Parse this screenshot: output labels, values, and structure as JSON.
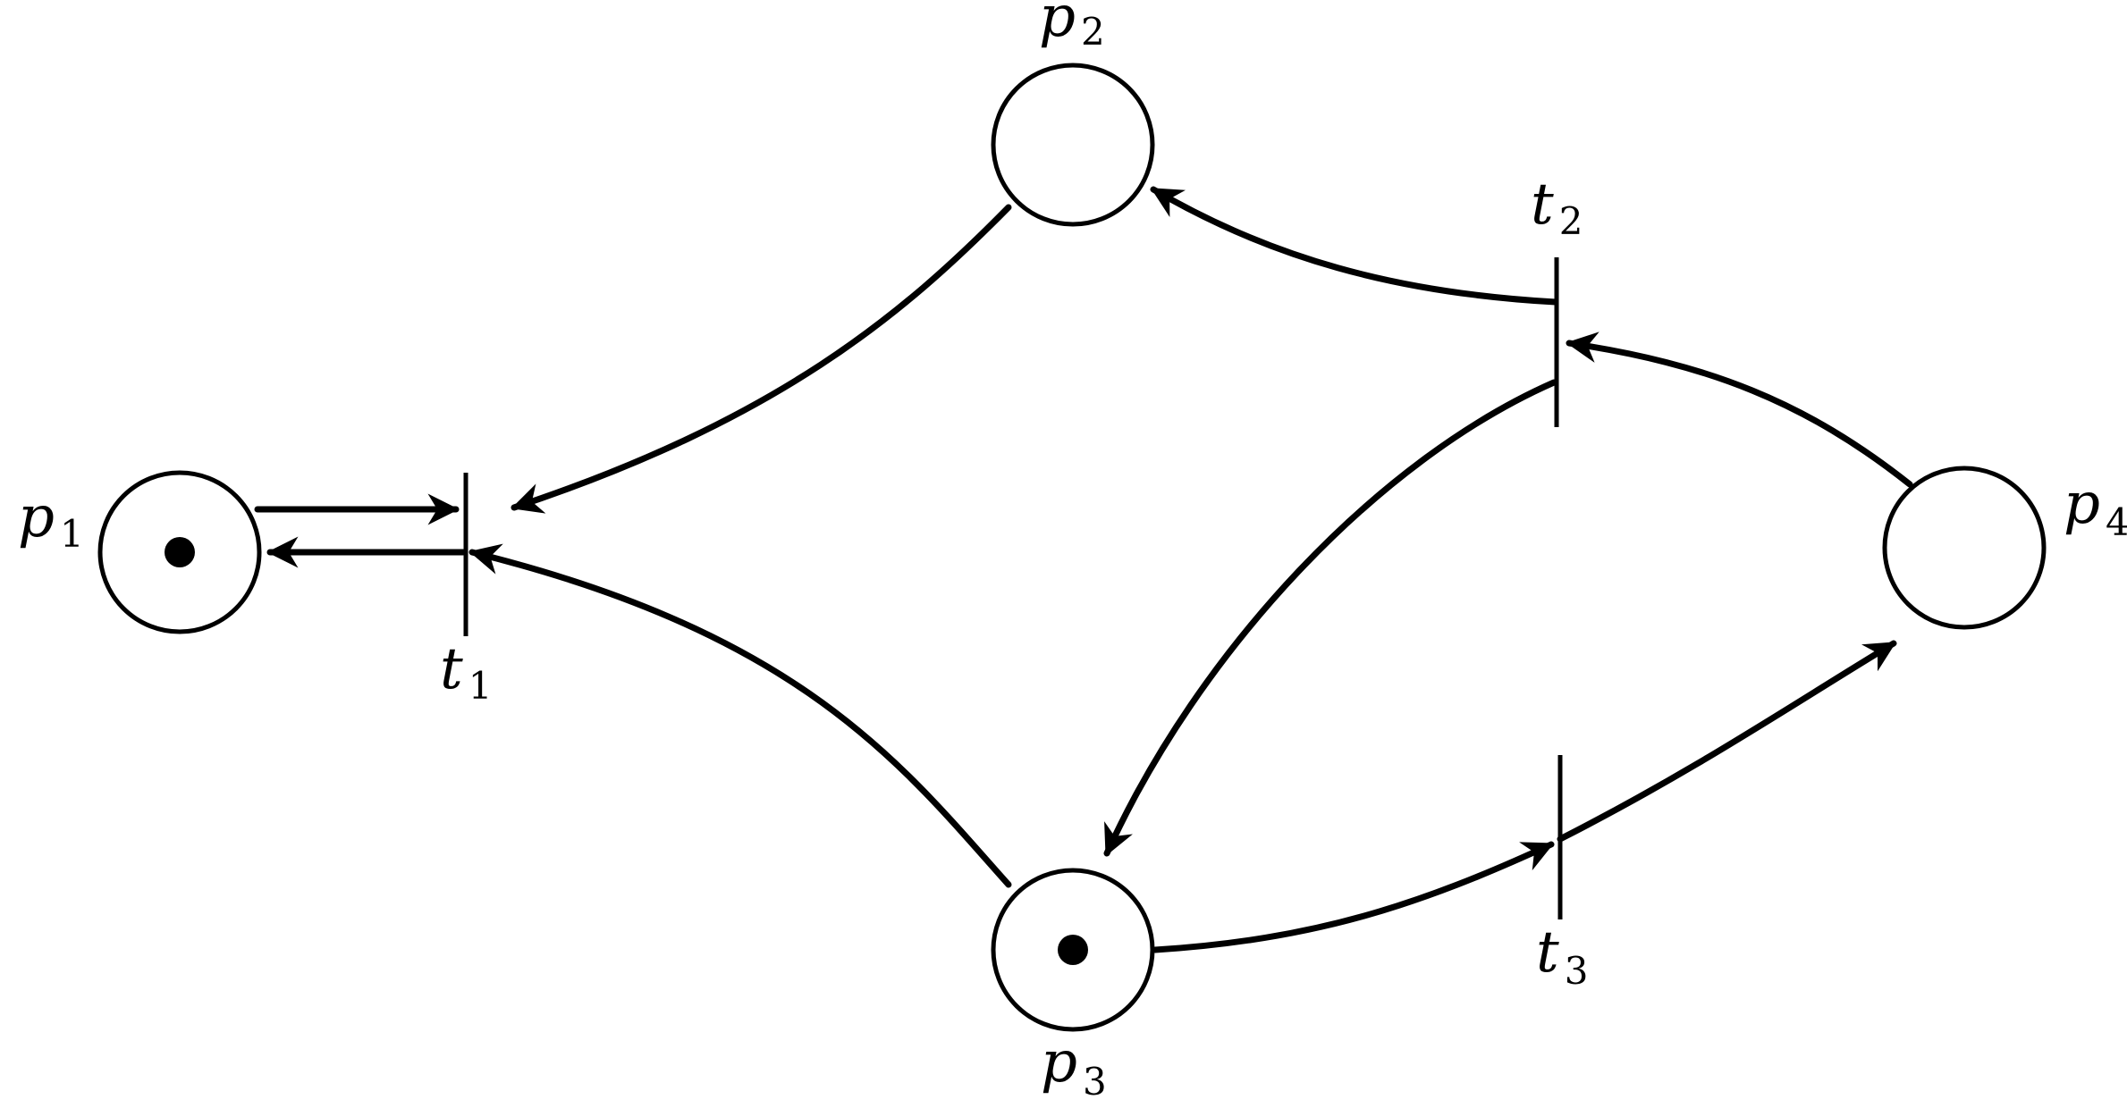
{
  "places": [
    {
      "id": "p1",
      "letter": "p",
      "index": "1",
      "tokens": 1
    },
    {
      "id": "p2",
      "letter": "p",
      "index": "2",
      "tokens": 0
    },
    {
      "id": "p3",
      "letter": "p",
      "index": "3",
      "tokens": 1
    },
    {
      "id": "p4",
      "letter": "p",
      "index": "4",
      "tokens": 0
    }
  ],
  "transitions": [
    {
      "id": "t1",
      "letter": "t",
      "index": "1"
    },
    {
      "id": "t2",
      "letter": "t",
      "index": "2"
    },
    {
      "id": "t3",
      "letter": "t",
      "index": "3"
    }
  ],
  "arcs": [
    {
      "from": "p1",
      "to": "t1"
    },
    {
      "from": "t1",
      "to": "p1"
    },
    {
      "from": "p2",
      "to": "t1"
    },
    {
      "from": "p3",
      "to": "t1"
    },
    {
      "from": "t2",
      "to": "p2"
    },
    {
      "from": "t2",
      "to": "p3"
    },
    {
      "from": "p4",
      "to": "t2"
    },
    {
      "from": "p3",
      "to": "t3"
    },
    {
      "from": "t3",
      "to": "p4"
    }
  ]
}
